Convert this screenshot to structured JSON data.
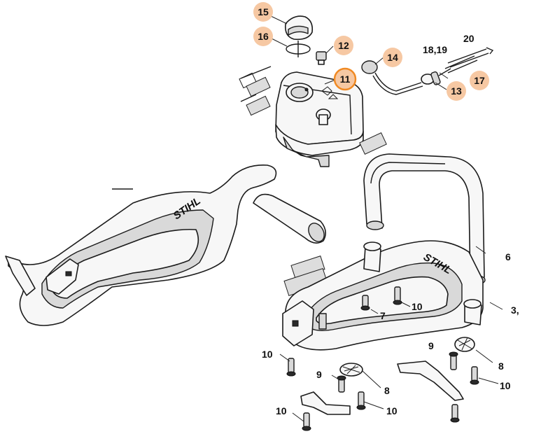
{
  "diagram": {
    "brand_text": "STIHL",
    "highlight_color": "#f08a24",
    "badge_fill_color": "#f6c8a3",
    "selected_part": "11",
    "callouts": [
      {
        "id": "15",
        "label": "15",
        "style": "badge"
      },
      {
        "id": "16",
        "label": "16",
        "style": "badge"
      },
      {
        "id": "12",
        "label": "12",
        "style": "badge"
      },
      {
        "id": "14",
        "label": "14",
        "style": "badge"
      },
      {
        "id": "11",
        "label": "11",
        "style": "badge-selected"
      },
      {
        "id": "13",
        "label": "13",
        "style": "badge"
      },
      {
        "id": "17",
        "label": "17",
        "style": "badge"
      },
      {
        "id": "18-19",
        "label": "18,19",
        "style": "plain"
      },
      {
        "id": "20",
        "label": "20",
        "style": "plain"
      },
      {
        "id": "6",
        "label": "6",
        "style": "plain"
      },
      {
        "id": "3",
        "label": "3,",
        "style": "plain"
      },
      {
        "id": "7",
        "label": "7",
        "style": "plain"
      },
      {
        "id": "10a",
        "label": "10",
        "style": "plain"
      },
      {
        "id": "9a",
        "label": "9",
        "style": "plain"
      },
      {
        "id": "8a",
        "label": "8",
        "style": "plain"
      },
      {
        "id": "10b",
        "label": "10",
        "style": "plain"
      },
      {
        "id": "10c",
        "label": "10",
        "style": "plain"
      },
      {
        "id": "9b",
        "label": "9",
        "style": "plain"
      },
      {
        "id": "8b",
        "label": "8",
        "style": "plain"
      },
      {
        "id": "10d",
        "label": "10",
        "style": "plain"
      },
      {
        "id": "10e",
        "label": "10",
        "style": "plain"
      }
    ]
  }
}
